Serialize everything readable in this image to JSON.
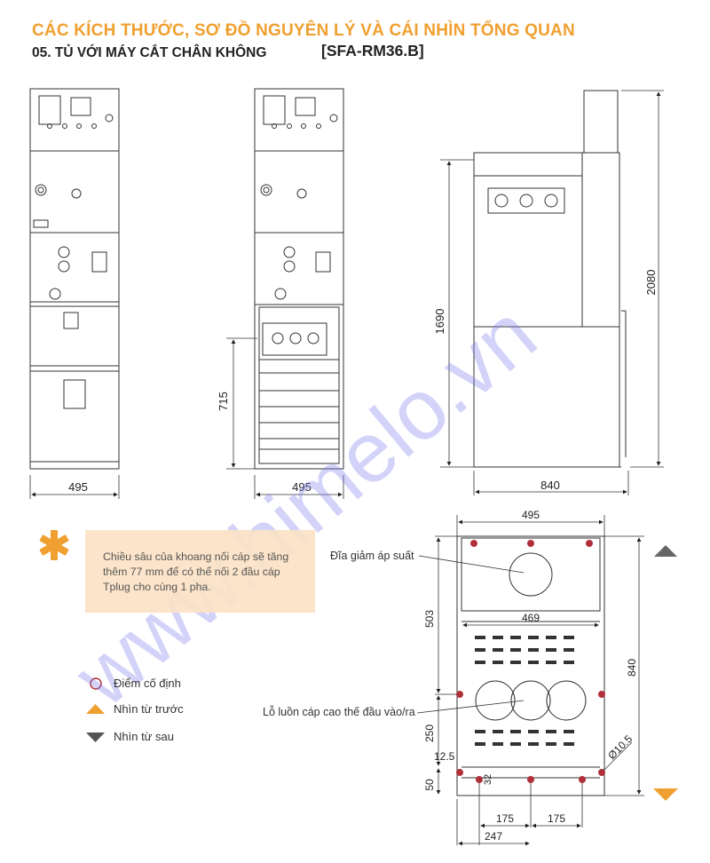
{
  "header": {
    "title": "CÁC KÍCH THƯỚC, SƠ ĐỒ NGUYÊN LÝ VÀ CÁI NHÌN TỔNG QUAN",
    "subtitle": "05. TỦ VỚI MÁY CẮT CHÂN KHÔNG",
    "model": "[SFA-RM36.B]"
  },
  "note": {
    "text": "Chiều sâu của khoang nối cáp sẽ tăng thêm 77 mm để có thể nối 2 đầu cáp Tplug cho cùng 1 pha."
  },
  "legend": {
    "fixed_point": "Điểm cố định",
    "front_view": "Nhìn từ trước",
    "rear_view": "Nhìn từ sau"
  },
  "dimensions": {
    "front_width": "495",
    "front2_width": "495",
    "cable_height": "715",
    "side_depth": "840",
    "side_lower_height": "1690",
    "side_total_height": "2080",
    "plan_width": "495",
    "plan_inner_width": "469",
    "plan_upper": "503",
    "plan_depth": "840",
    "plan_mid": "250",
    "plan_edge": "12.5",
    "plan_bottom": "50",
    "plan_small": "32",
    "plan_spacing1": "175",
    "plan_spacing2": "175",
    "plan_offset": "247",
    "plan_hole": "Ø10.5"
  },
  "labels": {
    "pressure_disc": "Đĩa giảm áp suất",
    "cable_hole": "Lỗ luồn cáp cao thế đầu vào/ra"
  },
  "colors": {
    "accent": "#f0a030",
    "fixed_point": "#b0303a",
    "triangle_gray": "#666666",
    "watermark": "#3b3bd0"
  }
}
